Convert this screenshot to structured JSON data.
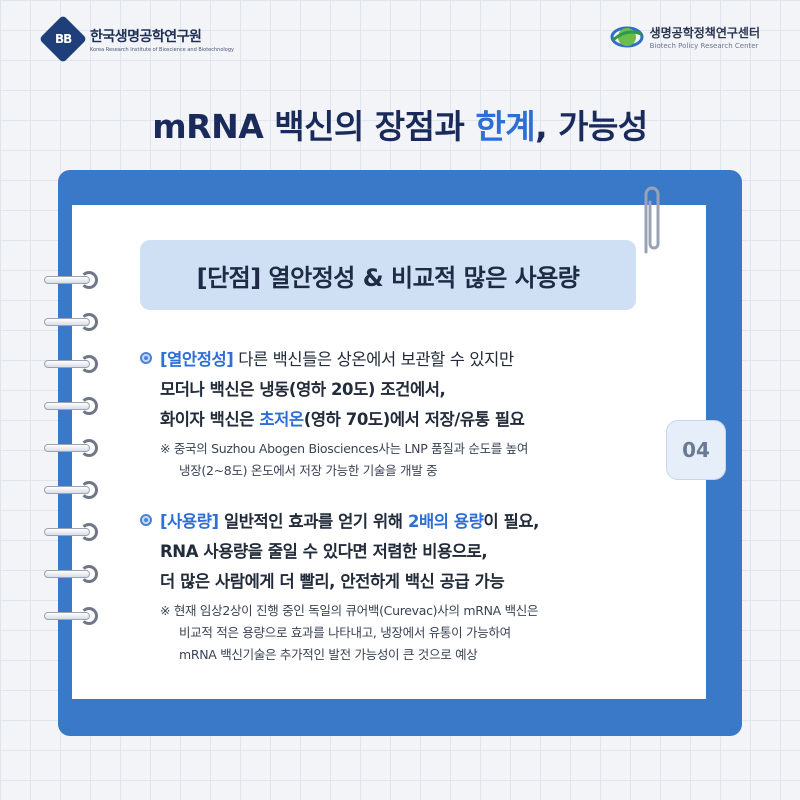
{
  "header": {
    "left_org_name": "한국생명공학연구원",
    "left_org_name_en": "Korea Research Institute of Bioscience and Biotechnology",
    "left_logo_text": "BB",
    "right_org_name": "생명공학정책연구센터",
    "right_org_name_en": "Biotech Policy Research Center"
  },
  "title": {
    "part1": "mRNA 백신의 장점과 ",
    "highlight": "한계",
    "part2": ", 가능성"
  },
  "colors": {
    "frame": "#3a78c8",
    "accent": "#2d6fd6",
    "badge_bg": "#cfe0f5",
    "tab_colors": [
      "#e7b8d3",
      "#f5de7b",
      "#bfd6a5",
      "#cfe0f5",
      "#c9c3b5"
    ]
  },
  "badge": {
    "text": "[단점] 열안정성 & 비교적 많은 사용량"
  },
  "page_number": "04",
  "points": [
    {
      "lead": "[열안정성]",
      "line1_rest": " 다른 백신들은 상온에서 보관할 수 있지만",
      "line2": "모더나 백신은 냉동(영하 20도) 조건에서,",
      "line3_pre": "화이자 백신은 ",
      "line3_highlight": "초저온",
      "line3_post": "(영하 70도)에서 저장/유통 필요",
      "note_line1": "※ 중국의 Suzhou Abogen Biosciences사는 LNP 품질과 순도를 높여",
      "note_line2": "냉장(2~8도) 온도에서 저장 가능한 기술을 개발 중"
    },
    {
      "lead": "[사용량]",
      "line1_mid": " 일반적인 효과를 얻기 위해 ",
      "line1_highlight": "2배의 용량",
      "line1_post": "이 필요,",
      "line2": "RNA 사용량을 줄일 수 있다면 저렴한 비용으로,",
      "line3": "더 많은 사람에게 더 빨리, 안전하게 백신 공급 가능",
      "note_line1": "※ 현재 임상2상이 진행 중인 독일의 큐어백(Curevac)사의 mRNA 백신은",
      "note_line2": "비교적 적은 용량으로 효과를 나타내고, 냉장에서 유통이 가능하여",
      "note_line3": "mRNA 백신기술은 추가적인 발전 가능성이 큰 것으로 예상"
    }
  ]
}
